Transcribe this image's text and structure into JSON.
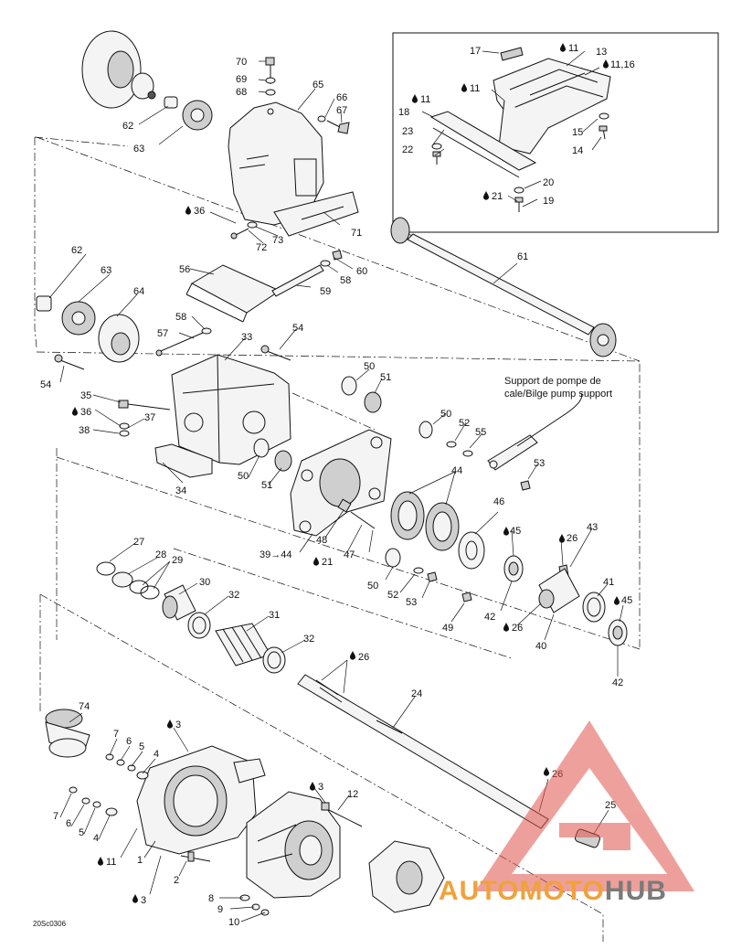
{
  "drawing_code": "20Sc0306",
  "note": {
    "line1": "Support de pompe de",
    "line2": "cale/Bilge pump support"
  },
  "watermark": {
    "brand_a": "AUTOMOTO",
    "brand_b": "HUB",
    "color_a": "#f0a23a",
    "color_b": "#7a7a7a",
    "logo_color": "#e0534a"
  },
  "callouts": {
    "c70": "70",
    "c69": "69",
    "c68": "68",
    "c65": "65",
    "c66": "66",
    "c67": "67",
    "c62a": "62",
    "c63a": "63",
    "c36a": "36",
    "c72": "72",
    "c73": "73",
    "c71": "71",
    "c17": "17",
    "c11a": "11",
    "c13": "13",
    "c1116": "11,16",
    "c11b": "11",
    "c11c": "11",
    "c18": "18",
    "c23": "23",
    "c22": "22",
    "c15": "15",
    "c14": "14",
    "c20": "20",
    "c21a": "21",
    "c19": "19",
    "c62b": "62",
    "c63b": "63",
    "c64": "64",
    "c56": "56",
    "c60": "60",
    "c58a": "58",
    "c59": "59",
    "c61": "61",
    "c58b": "58",
    "c57": "57",
    "c33": "33",
    "c54a": "54",
    "c54b": "54",
    "c35": "35",
    "c36b": "36",
    "c37": "37",
    "c38": "38",
    "c50a": "50",
    "c51a": "51",
    "c50b": "50",
    "c52a": "52",
    "c55": "55",
    "c53a": "53",
    "c50c": "50",
    "c51b": "51",
    "c34": "34",
    "c44": "44",
    "c46": "46",
    "c45a": "45",
    "c26a": "26",
    "c43": "43",
    "c3944": "39→44",
    "c48": "48",
    "c21b": "21",
    "c47": "47",
    "c27": "27",
    "c28": "28",
    "c29": "29",
    "c30": "30",
    "c32a": "32",
    "c31": "31",
    "c32b": "32",
    "c50d": "50",
    "c52b": "52",
    "c53b": "53",
    "c49": "49",
    "c42a": "42",
    "c26b": "26",
    "c40": "40",
    "c41": "41",
    "c45b": "45",
    "c42b": "42",
    "c26c": "26",
    "c24": "24",
    "c74": "74",
    "c3a": "3",
    "c7a": "7",
    "c6a": "6",
    "c5a": "5",
    "c4a": "4",
    "c26d": "26",
    "c3b": "3",
    "c12": "12",
    "c25": "25",
    "c7b": "7",
    "c6b": "6",
    "c5b": "5",
    "c4b": "4",
    "c11d": "11",
    "c1": "1",
    "c2": "2",
    "c3c": "3",
    "c8": "8",
    "c9": "9",
    "c10": "10"
  }
}
